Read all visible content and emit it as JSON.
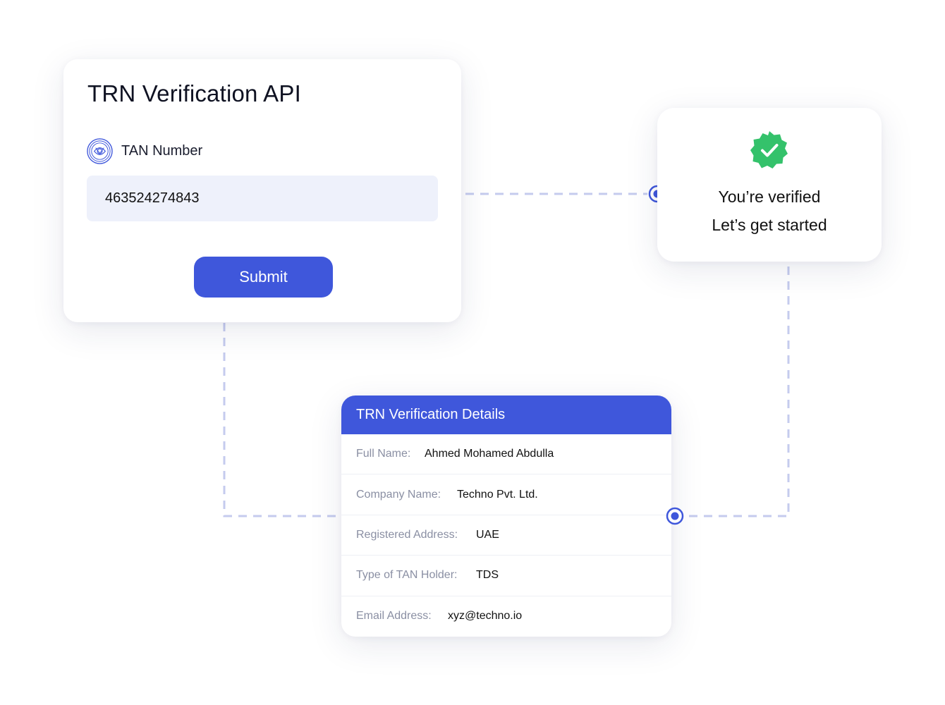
{
  "form": {
    "title": "TRN Verification API",
    "field_label": "TAN Number",
    "field_value": "463524274843",
    "submit_label": "Submit"
  },
  "verified": {
    "line1": "You’re verified",
    "line2": "Let’s get started",
    "badge_icon": "check-badge-icon"
  },
  "details": {
    "header": "TRN Verification Details",
    "rows": [
      {
        "label": "Full Name:",
        "value": "Ahmed Mohamed Abdulla"
      },
      {
        "label": "Company Name:",
        "value": "Techno Pvt. Ltd."
      },
      {
        "label": "Registered Address:",
        "value": "UAE"
      },
      {
        "label": "Type of TAN Holder:",
        "value": "TDS"
      },
      {
        "label": "Email Address:",
        "value": "xyz@techno.io"
      }
    ]
  },
  "colors": {
    "accent": "#3f57db",
    "input_bg": "#eef1fb",
    "success": "#34c26b",
    "connector": "#c5cbee"
  }
}
